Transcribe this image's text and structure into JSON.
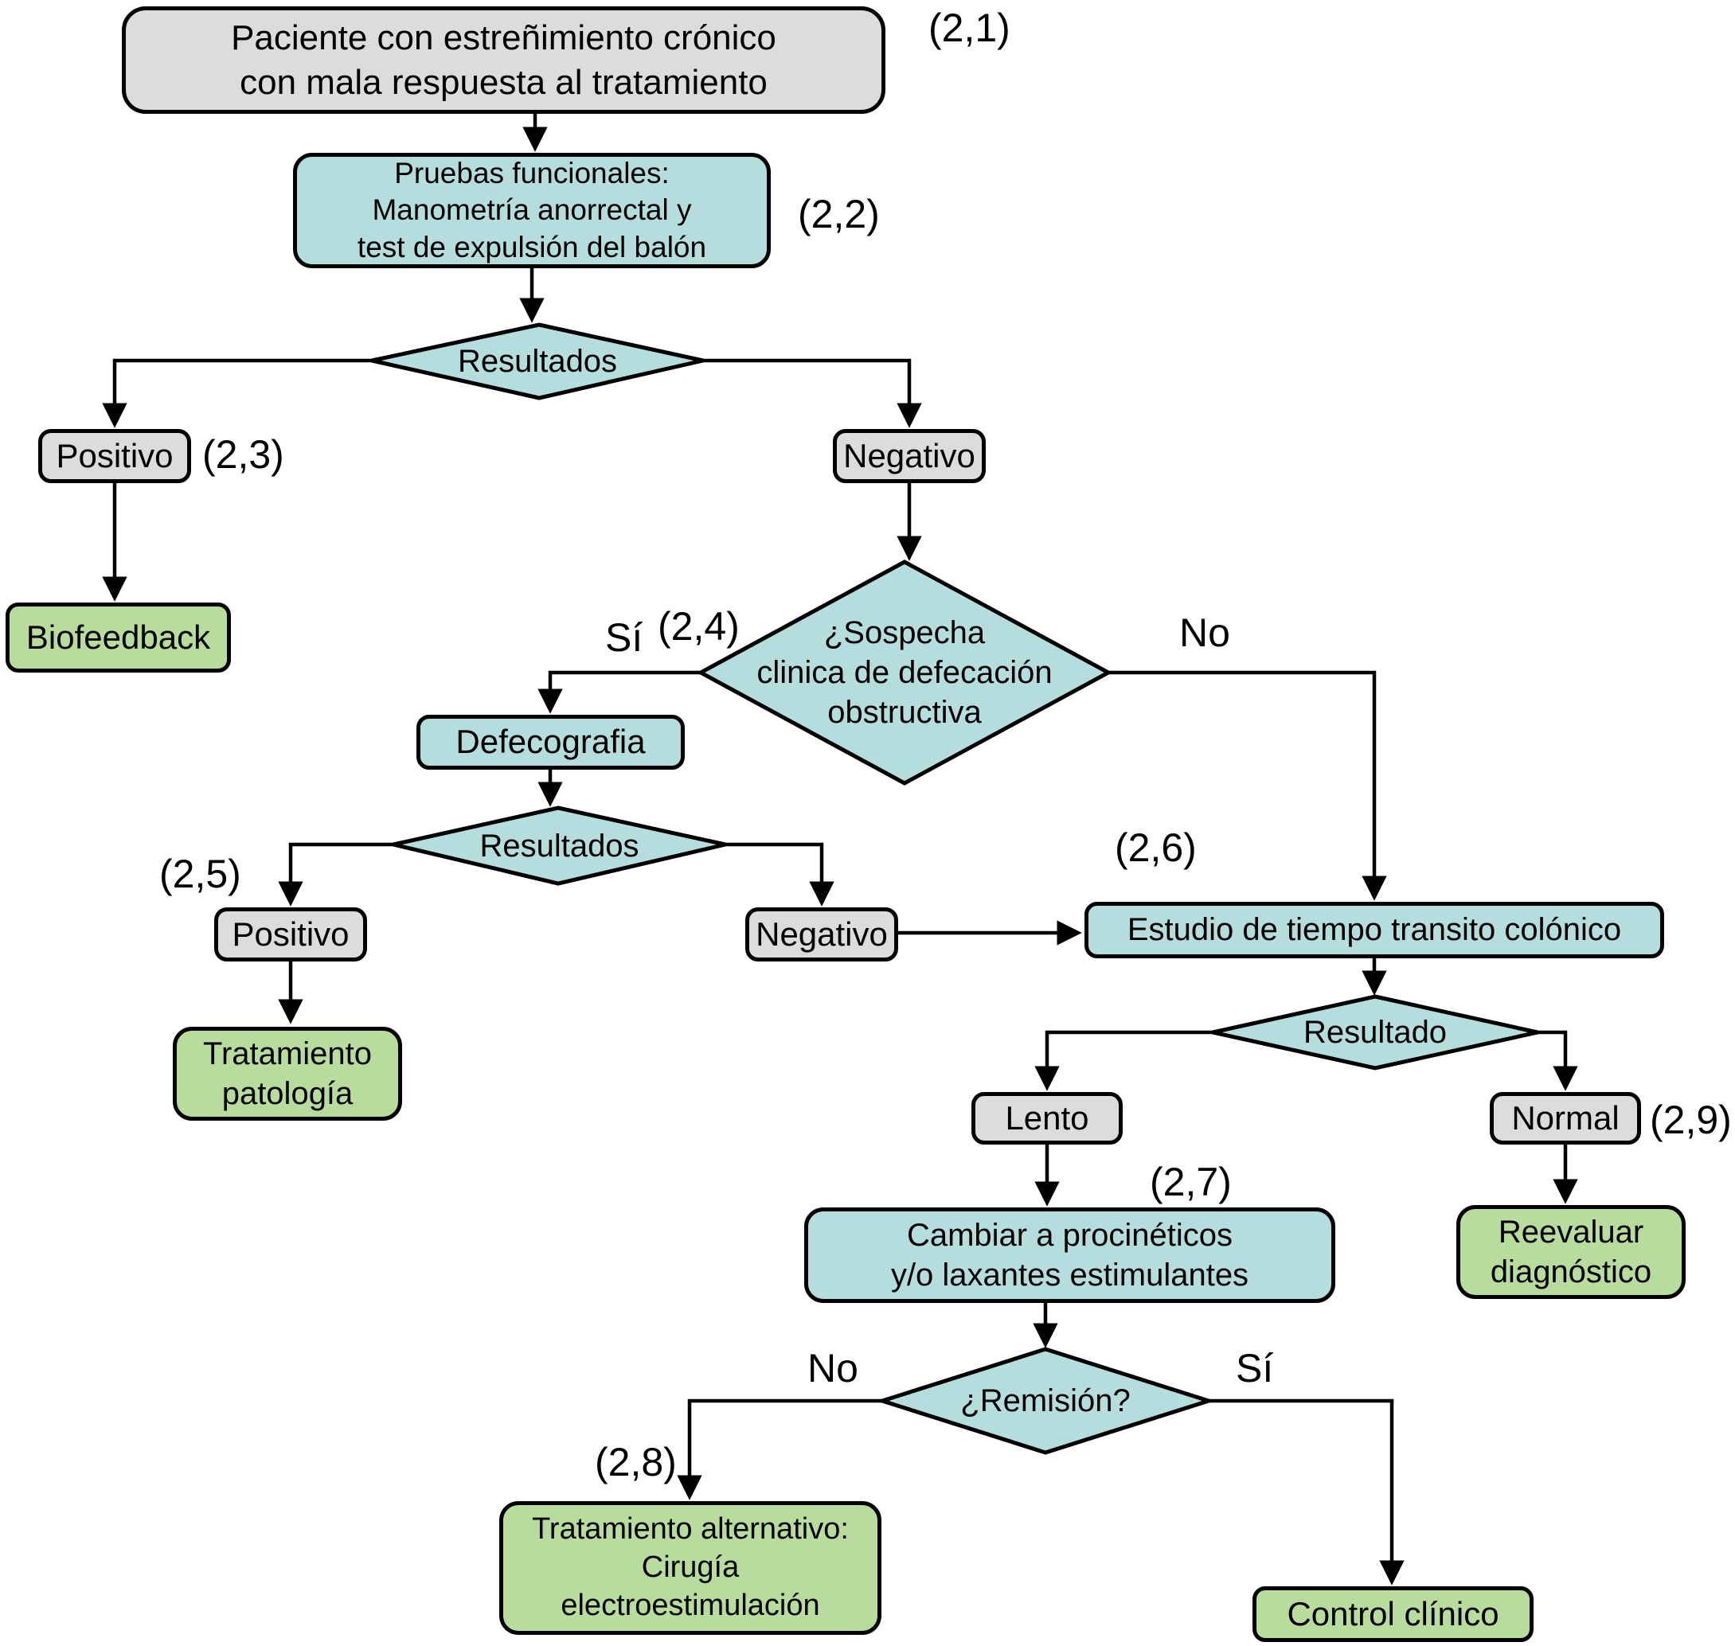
{
  "diagram": {
    "type": "flowchart",
    "language": "es",
    "colors": {
      "process_fill": "#b5dddd",
      "decision_fill": "#b5dddd",
      "result_fill": "#dcdcdc",
      "terminal_fill": "#b8dc9e",
      "start_fill": "#dcdcdc",
      "stroke": "#000000",
      "background": "#ffffff"
    },
    "nodes": {
      "start": {
        "shape": "rounded-rect",
        "fill": "gray",
        "lines": [
          "Paciente con estreñimiento crónico",
          "con mala respuesta al tratamiento"
        ]
      },
      "pruebas": {
        "shape": "rounded-rect",
        "fill": "teal",
        "lines": [
          "Pruebas funcionales:",
          "Manometría anorrectal y",
          "test de expulsión del balón"
        ]
      },
      "resultados1": {
        "shape": "diamond",
        "fill": "teal",
        "lines": [
          "Resultados"
        ]
      },
      "positivo1": {
        "shape": "rounded-rect",
        "fill": "gray",
        "lines": [
          "Positivo"
        ]
      },
      "negativo1": {
        "shape": "rounded-rect",
        "fill": "gray",
        "lines": [
          "Negativo"
        ]
      },
      "biofeedback": {
        "shape": "rounded-rect",
        "fill": "green",
        "lines": [
          "Biofeedback"
        ]
      },
      "sospecha": {
        "shape": "diamond",
        "fill": "teal",
        "lines": [
          "¿Sospecha",
          "clinica de defecación",
          "obstructiva"
        ]
      },
      "defecografia": {
        "shape": "rounded-rect",
        "fill": "teal",
        "lines": [
          "Defecografia"
        ]
      },
      "resultados2": {
        "shape": "diamond",
        "fill": "teal",
        "lines": [
          "Resultados"
        ]
      },
      "positivo2": {
        "shape": "rounded-rect",
        "fill": "gray",
        "lines": [
          "Positivo"
        ]
      },
      "negativo2": {
        "shape": "rounded-rect",
        "fill": "gray",
        "lines": [
          "Negativo"
        ]
      },
      "tratamiento_patologia": {
        "shape": "rounded-rect",
        "fill": "green",
        "lines": [
          "Tratamiento",
          "patología"
        ]
      },
      "estudio_transito": {
        "shape": "rounded-rect",
        "fill": "teal",
        "lines": [
          "Estudio de tiempo transito colónico"
        ]
      },
      "resultado3": {
        "shape": "diamond",
        "fill": "teal",
        "lines": [
          "Resultado"
        ]
      },
      "lento": {
        "shape": "rounded-rect",
        "fill": "gray",
        "lines": [
          "Lento"
        ]
      },
      "normal": {
        "shape": "rounded-rect",
        "fill": "gray",
        "lines": [
          "Normal"
        ]
      },
      "cambiar": {
        "shape": "rounded-rect",
        "fill": "teal",
        "lines": [
          "Cambiar a procinéticos",
          "y/o laxantes estimulantes"
        ]
      },
      "reevaluar": {
        "shape": "rounded-rect",
        "fill": "green",
        "lines": [
          "Reevaluar",
          "diagnóstico"
        ]
      },
      "remision": {
        "shape": "diamond",
        "fill": "teal",
        "lines": [
          "¿Remisión?"
        ]
      },
      "tratamiento_alternativo": {
        "shape": "rounded-rect",
        "fill": "green",
        "lines": [
          "Tratamiento alternativo:",
          "Cirugía",
          "electroestimulación"
        ]
      },
      "control_clinico": {
        "shape": "rounded-rect",
        "fill": "green",
        "lines": [
          "Control clínico"
        ]
      }
    },
    "refs": {
      "r21": "(2,1)",
      "r22": "(2,2)",
      "r23": "(2,3)",
      "r24": "(2,4)",
      "r25": "(2,5)",
      "r26": "(2,6)",
      "r27": "(2,7)",
      "r28": "(2,8)",
      "r29": "(2,9)"
    },
    "edge_labels": {
      "si_sospecha": "Sí",
      "no_sospecha": "No",
      "no_remision": "No",
      "si_remision": "Sí"
    }
  }
}
